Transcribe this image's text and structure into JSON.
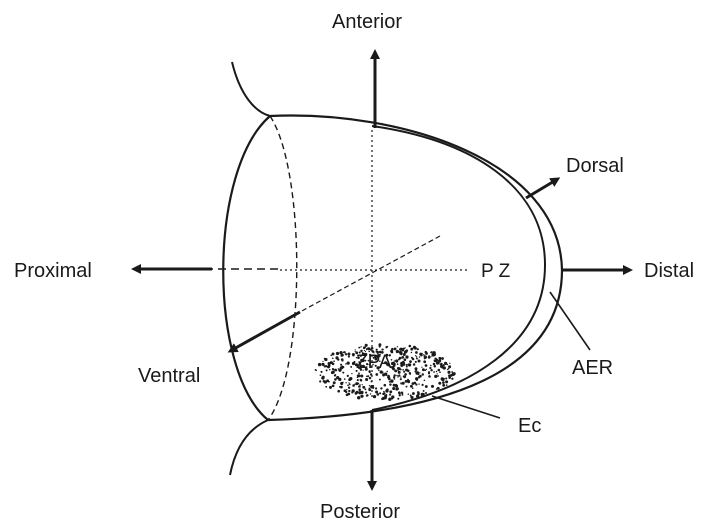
{
  "labels": {
    "anterior": "Anterior",
    "posterior": "Posterior",
    "proximal": "Proximal",
    "distal": "Distal",
    "dorsal": "Dorsal",
    "ventral": "Ventral",
    "pz": "P Z",
    "zpa": "ZPA",
    "aer": "AER",
    "ec": "Ec"
  },
  "colors": {
    "ink": "#1a1a1a",
    "background": "#ffffff"
  }
}
